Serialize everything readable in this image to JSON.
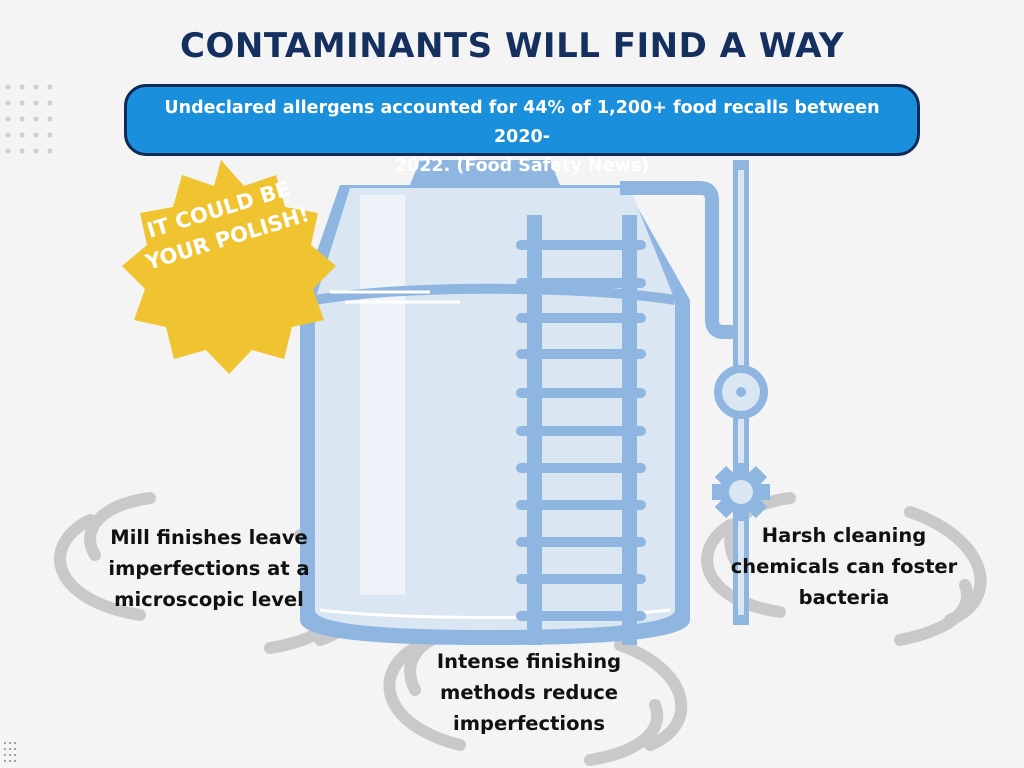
{
  "title": "CONTAMINANTS WILL FIND A WAY",
  "banner": {
    "line1": "Undeclared allergens accounted for 44% of 1,200+ food recalls between 2020-",
    "line2": "2022. (Food Safety News)"
  },
  "badge": {
    "line1": "IT COULD BE",
    "line2": "YOUR POLISH!"
  },
  "captions": {
    "left": "Mill finishes leave imperfections at a microscopic level",
    "right": "Harsh cleaning chemicals can foster bacteria",
    "bottom": "Intense finishing methods reduce imperfections"
  },
  "colors": {
    "title": "#15305e",
    "banner_fill": "#1a8fdc",
    "banner_border": "#102a57",
    "badge": "#f0c330",
    "tank": "#8eb6e0",
    "tank_glass": "#dbe6f3",
    "swirl": "#c9c9c9"
  }
}
